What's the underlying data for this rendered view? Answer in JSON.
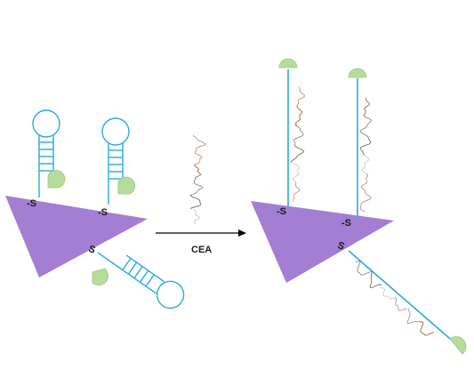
{
  "diagram": {
    "sulfur_label": "-S",
    "sulfur_label_tilted": "S",
    "arrow_label": "CEA",
    "colors": {
      "triangle": "#a47ed2",
      "strand": "#2aa9e0",
      "cap": "#b6dc9c",
      "cap_edge": "#9cc884",
      "protein_colors": [
        "#c9c9c9",
        "#b39a8c",
        "#d08a7a",
        "#a0683e",
        "#8a8a8a",
        "#6e6e6e"
      ]
    }
  }
}
